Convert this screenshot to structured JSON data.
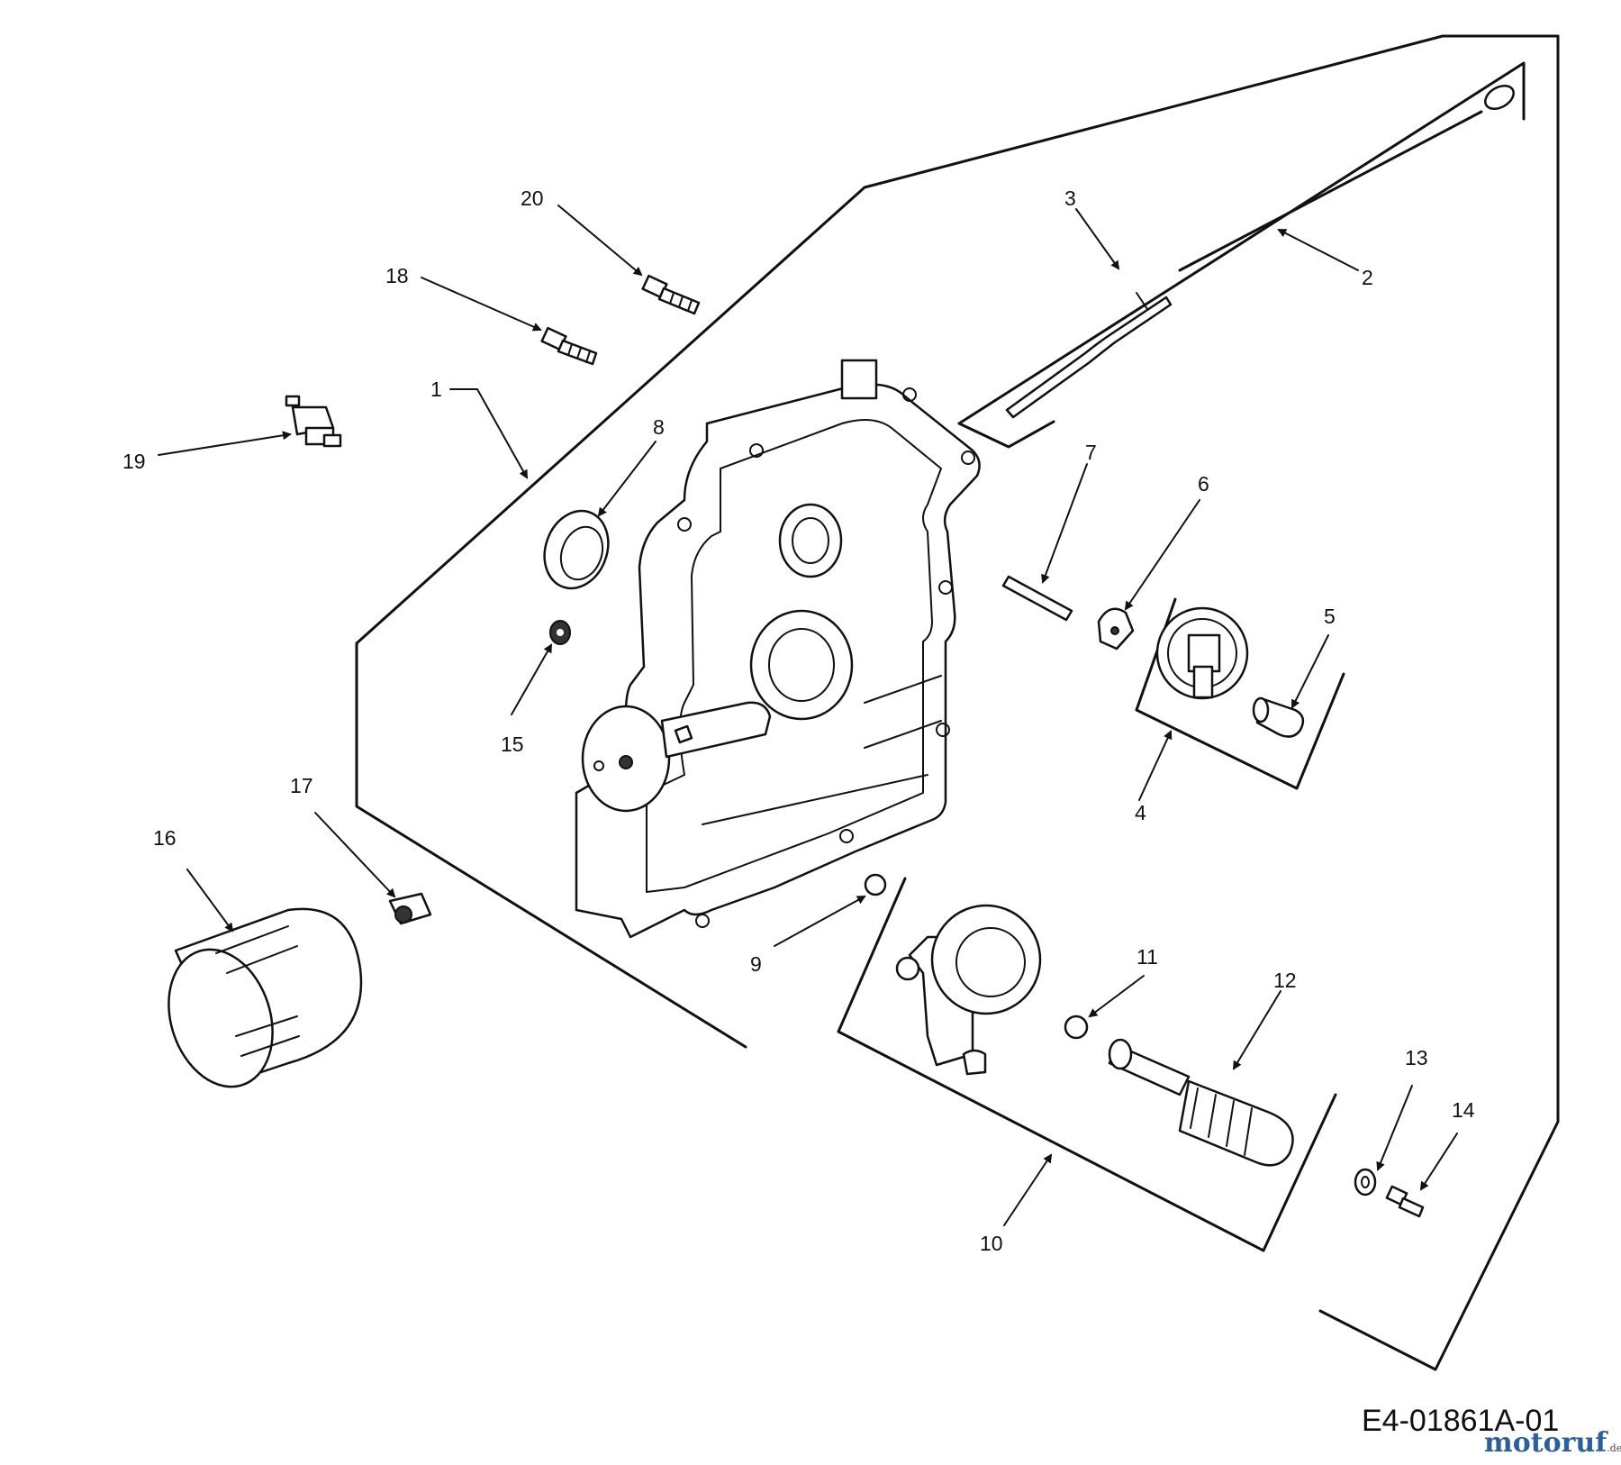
{
  "drawing_number": "E4-01861A-01",
  "watermark": {
    "brand": "motoruf",
    "tld": ".de"
  },
  "callouts": [
    "1",
    "2",
    "3",
    "4",
    "5",
    "6",
    "7",
    "8",
    "9",
    "10",
    "11",
    "12",
    "13",
    "14",
    "15",
    "16",
    "17",
    "18",
    "19",
    "20"
  ]
}
